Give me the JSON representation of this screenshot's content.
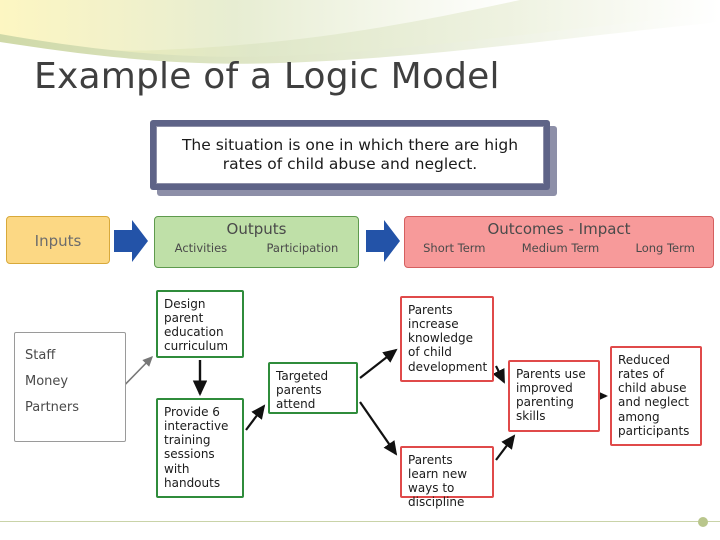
{
  "slide": {
    "title": "Example of a Logic Model"
  },
  "diagram": {
    "situation": "The situation is one in which there are high rates of child abuse and neglect.",
    "headers": {
      "inputs": "Inputs",
      "outputs": "Outputs",
      "outputs_sub": [
        "Activities",
        "Participation"
      ],
      "outcomes": "Outcomes - Impact",
      "outcomes_sub": [
        "Short Term",
        "Medium Term",
        "Long Term"
      ]
    },
    "inputs_box": {
      "items": [
        "Staff",
        "Money",
        "Partners"
      ]
    },
    "activities": [
      {
        "id": "design",
        "text": "Design parent education curriculum"
      },
      {
        "id": "provide",
        "text": "Provide 6 interactive training sessions with handouts"
      }
    ],
    "participation": [
      {
        "id": "targeted",
        "text": "Targeted parents attend"
      }
    ],
    "outcomes": {
      "short_term": [
        {
          "id": "knowledge",
          "text": "Parents increase knowledge of child development"
        },
        {
          "id": "discipline",
          "text": "Parents learn new ways to discipline"
        }
      ],
      "medium_term": [
        {
          "id": "skills",
          "text": "Parents use improved parenting skills"
        }
      ],
      "long_term": [
        {
          "id": "reduced",
          "text": "Reduced rates of child abuse and neglect among participants"
        }
      ]
    },
    "colors": {
      "inputs": "#fcd884",
      "outputs": "#bfe0a8",
      "outcomes": "#f79a9a",
      "arrow_blue": "#2353a8",
      "green_border": "#2f8c3b",
      "red_border": "#e04a4a",
      "situation_frame": "#5e6387"
    }
  }
}
